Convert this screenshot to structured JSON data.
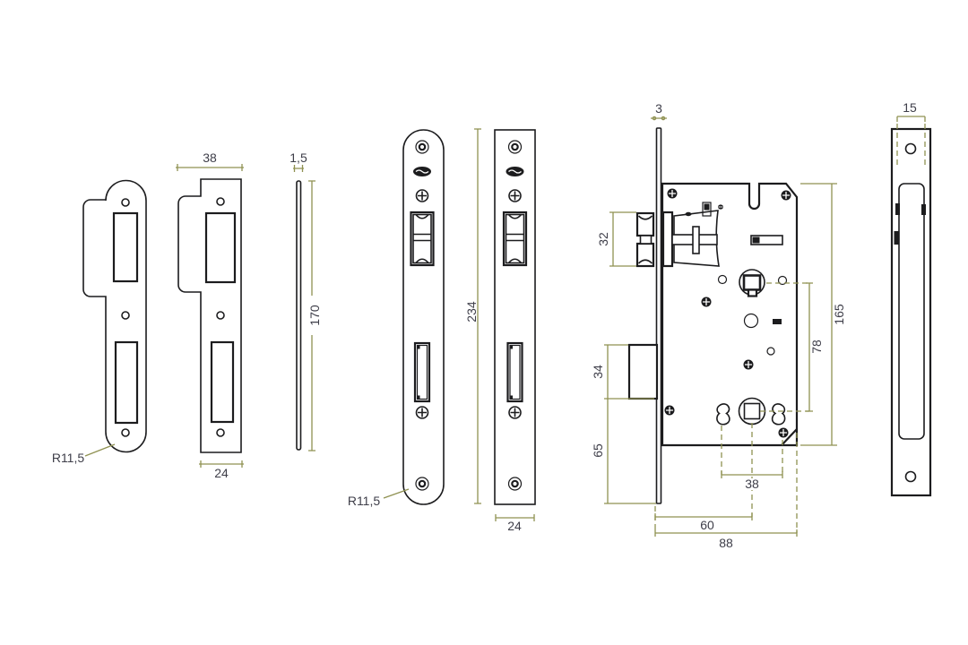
{
  "colors": {
    "line": "#1c1c1e",
    "dimension_line": "#8f9151",
    "dimension_text": "#3e3e49",
    "background": "#ffffff"
  },
  "views": {
    "strike_plate": {
      "label_width": "38",
      "label_plate_width": "24",
      "label_thickness": "1,5",
      "label_height": "170",
      "label_radius": "R11,5"
    },
    "faceplate": {
      "label_height": "234",
      "label_width": "24",
      "label_radius": "R11,5"
    },
    "lock_body": {
      "label_faceplate_thickness": "3",
      "label_latch_height": "32",
      "label_deadbolt_height": "34",
      "label_lower_section": "65",
      "label_case_height": "165",
      "label_follower_spacing": "78",
      "label_fixing_hole_spacing": "38",
      "label_backset": "60",
      "label_case_depth": "88"
    },
    "rear_view": {
      "label_case_width": "15"
    }
  }
}
